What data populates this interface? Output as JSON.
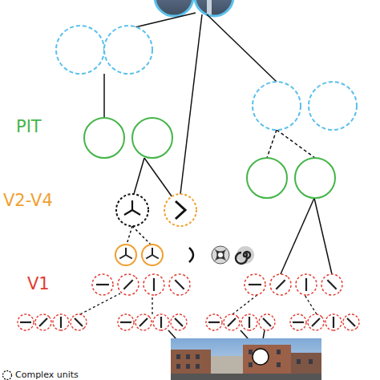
{
  "diagram": {
    "labels": [
      "PIT",
      "V2-V4",
      "V1"
    ],
    "legend": [
      {
        "text": "Complex units"
      }
    ]
  }
}
